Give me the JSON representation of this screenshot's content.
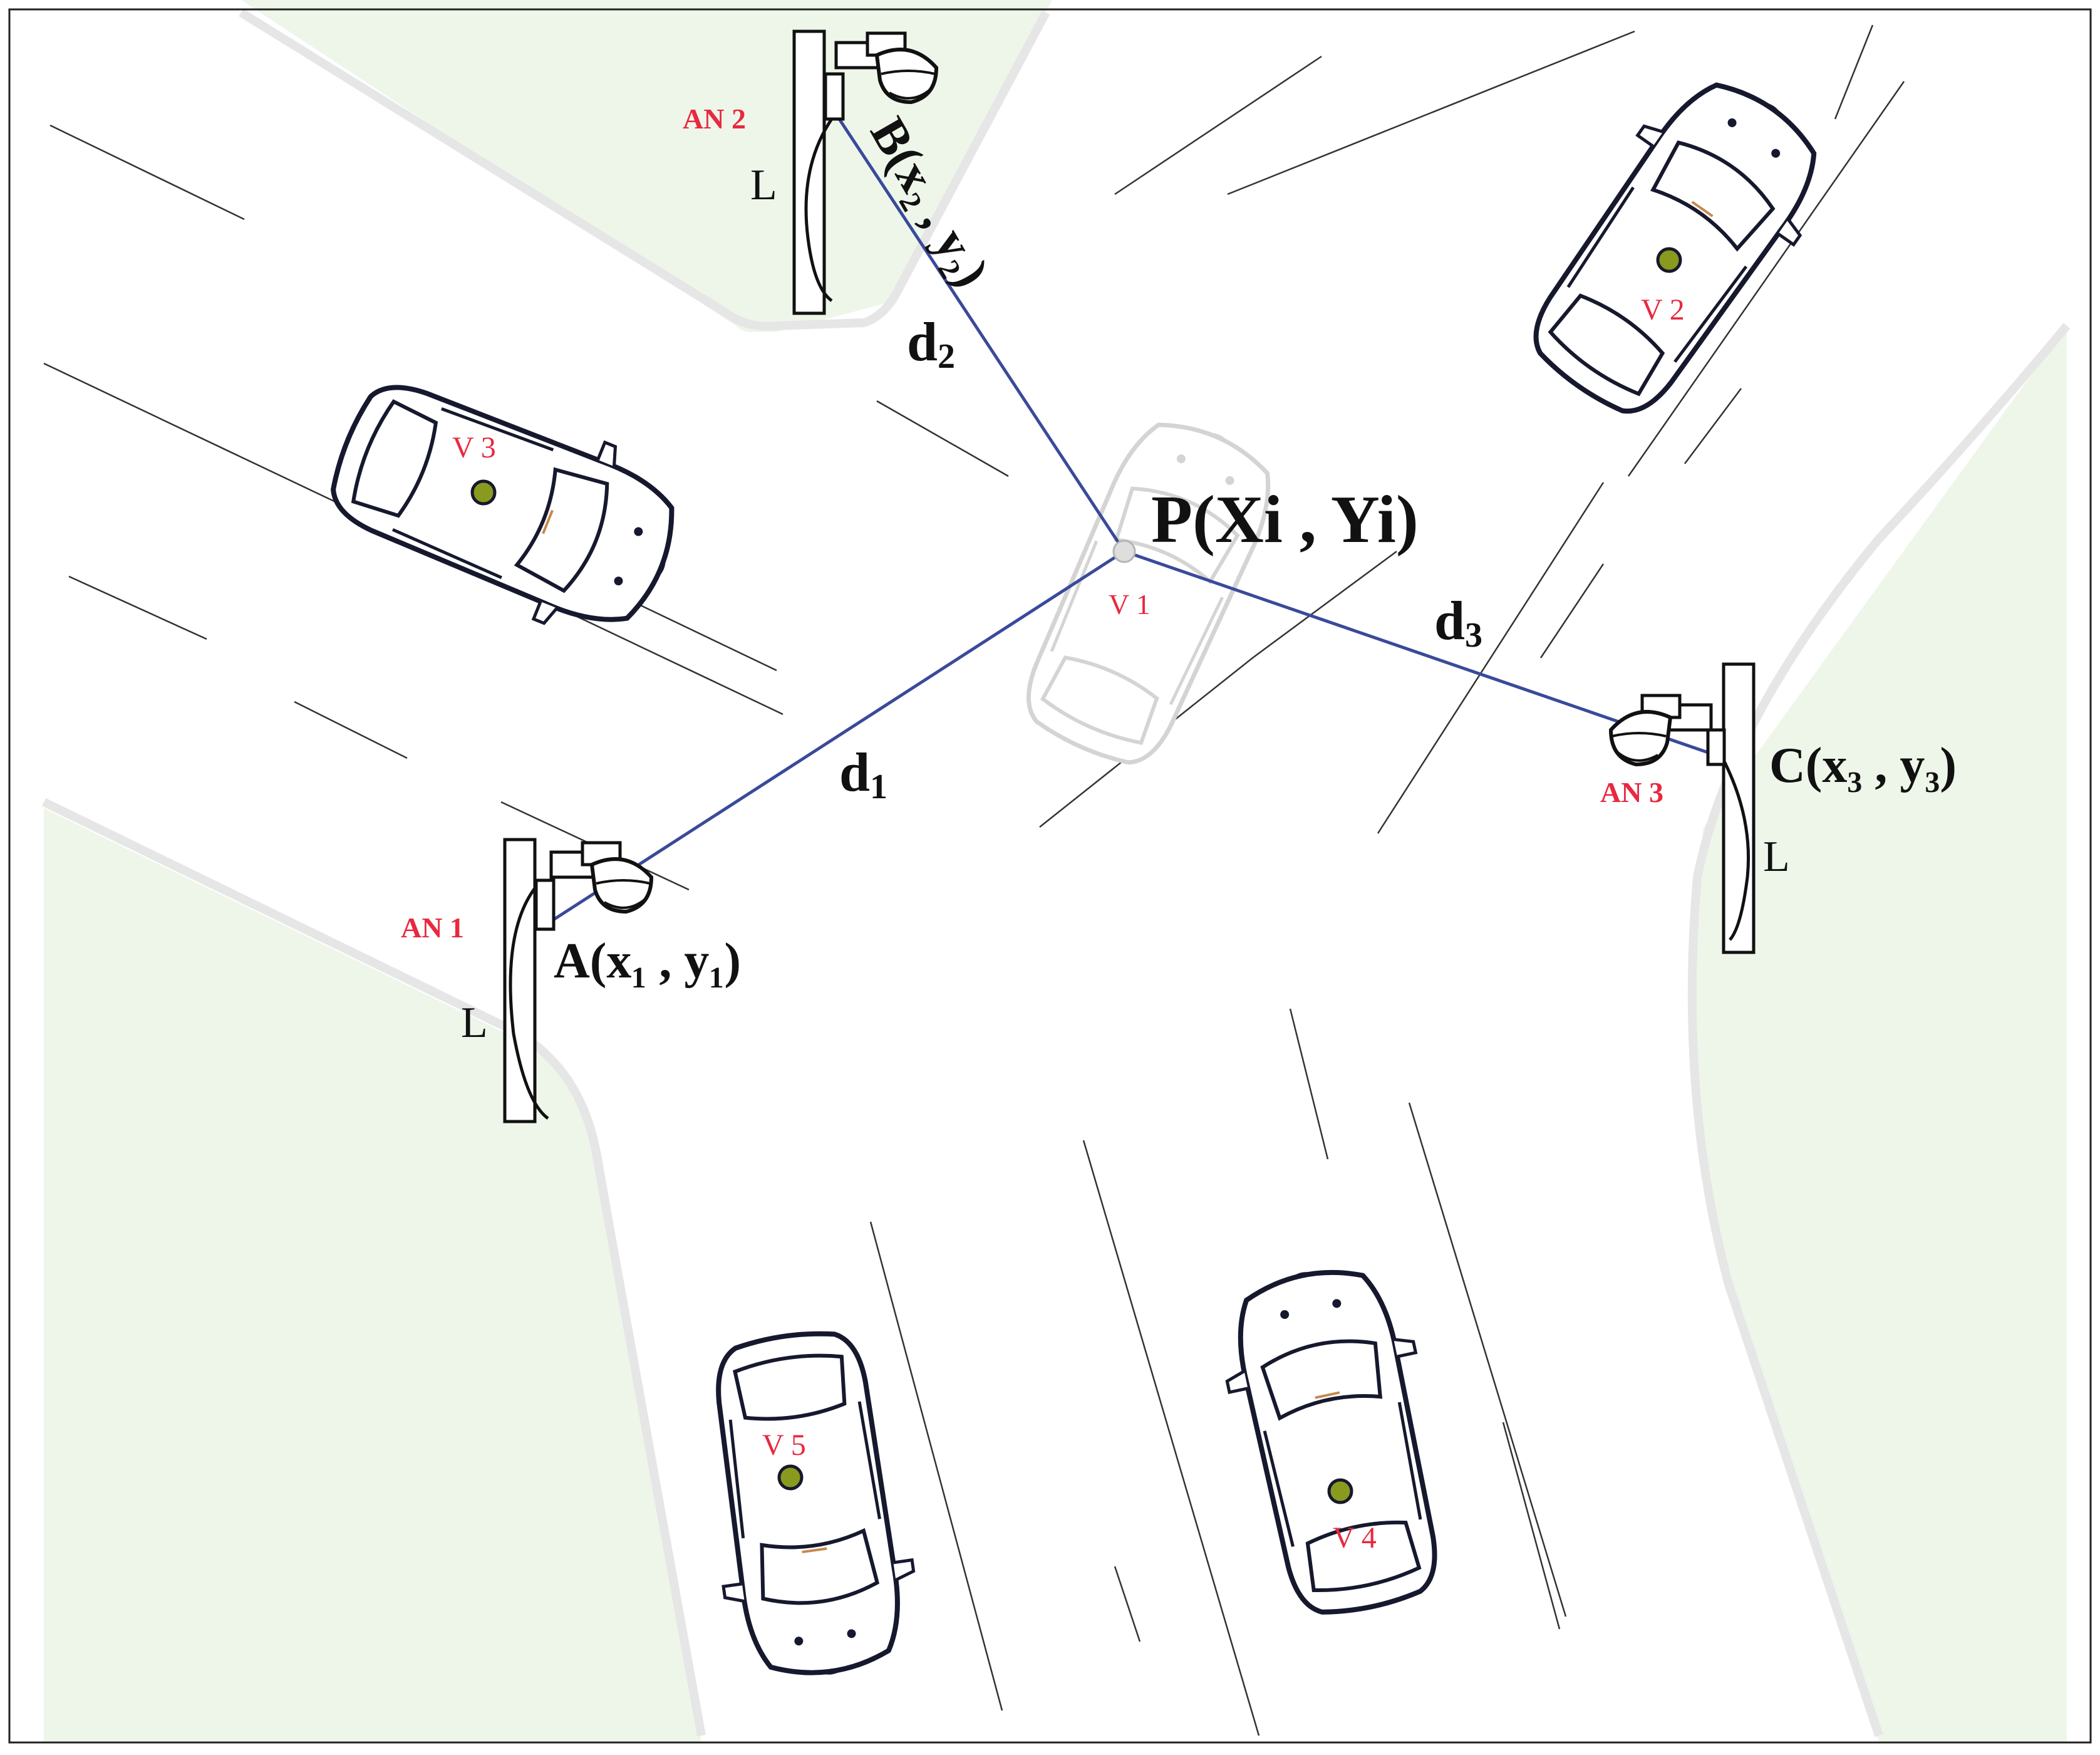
{
  "colors": {
    "grass": "#eef6ea",
    "curb": "#e6e6e6",
    "link": "#3a4a9a",
    "label_red": "#e8293f",
    "car_dot": "#8a9a1e",
    "ghost": "#d4d4d4"
  },
  "anchors": [
    {
      "id": "an1",
      "name": "AN 1",
      "coord": "A(x₁ , y₁)",
      "pole_label": "L"
    },
    {
      "id": "an2",
      "name": "AN 2",
      "coord": "B(x₂ , y₂)",
      "pole_label": "L"
    },
    {
      "id": "an3",
      "name": "AN 3",
      "coord": "C(x₃ , y₃)",
      "pole_label": "L"
    }
  ],
  "distances": [
    {
      "id": "d1",
      "base": "d",
      "sub": "1"
    },
    {
      "id": "d2",
      "base": "d",
      "sub": "2"
    },
    {
      "id": "d3",
      "base": "d",
      "sub": "3"
    }
  ],
  "target": {
    "coord": "P(Xi , Yi)",
    "vehicle": "V 1"
  },
  "vehicles": [
    {
      "id": "v2",
      "label": "V 2"
    },
    {
      "id": "v3",
      "label": "V 3"
    },
    {
      "id": "v4",
      "label": "V 4"
    },
    {
      "id": "v5",
      "label": "V 5"
    }
  ],
  "icons": {
    "camera": "ptz-camera-icon",
    "car": "car-top-view-icon",
    "pole": "street-pole-icon"
  }
}
